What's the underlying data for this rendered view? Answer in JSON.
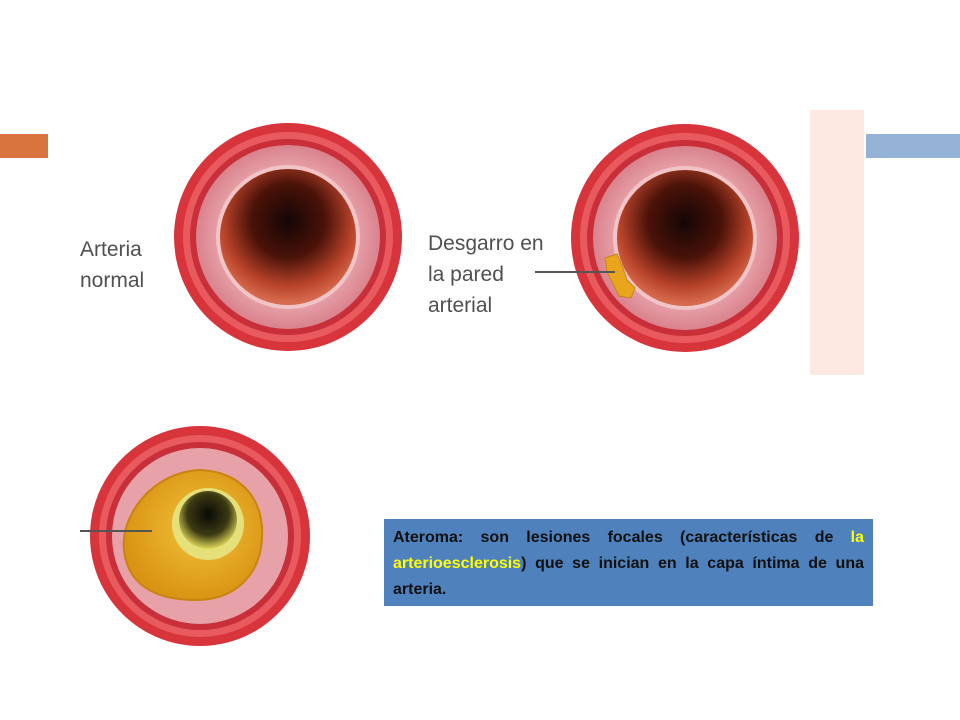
{
  "labels": {
    "normal_line1": "Arteria",
    "normal_line2": "normal",
    "tear_line1": "Desgarro en",
    "tear_line2": "la pared",
    "tear_line3": "arterial"
  },
  "caption": {
    "part1": "Ateroma: son lesiones focales (características de ",
    "highlight": "la arterioesclerosis",
    "part2": ") que se inician en la capa íntima de una arteria."
  },
  "colors": {
    "accent_left": "#d9743f",
    "accent_right": "#95b3d7",
    "caption_bg": "#4f81bd",
    "highlight": "#ffff00"
  }
}
